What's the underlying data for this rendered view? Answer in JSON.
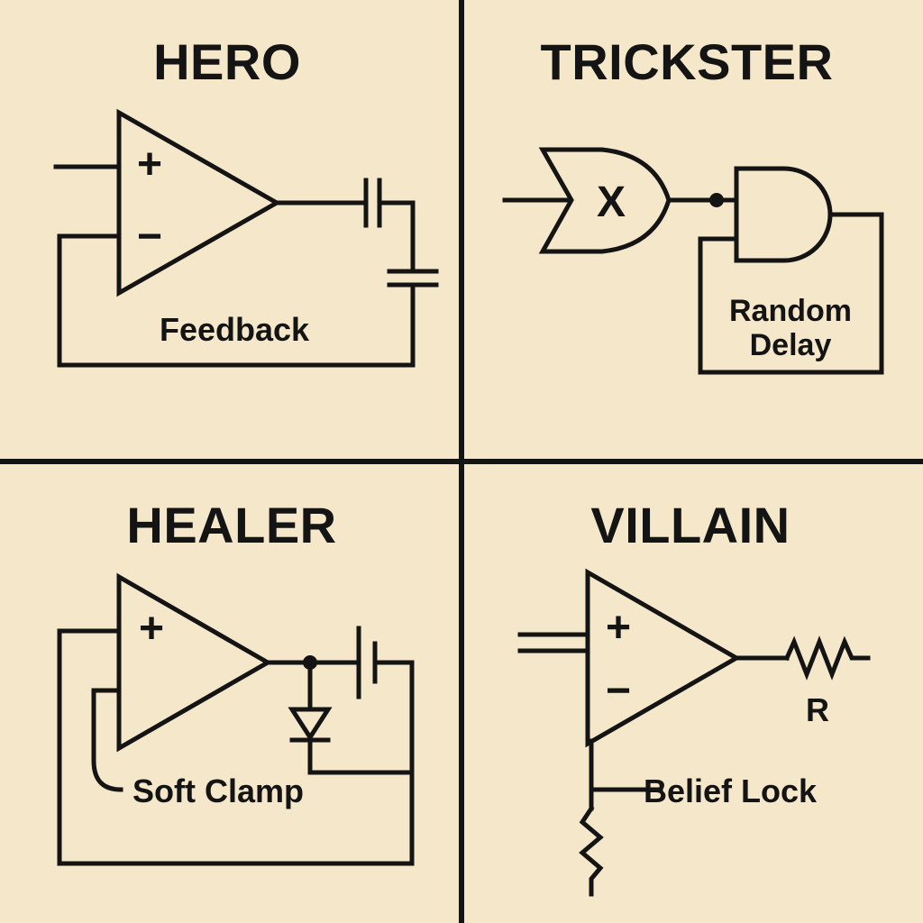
{
  "canvas": {
    "background": "#f4e7ca",
    "ink": "#141414"
  },
  "quadrants": {
    "hero": {
      "title": "HERO",
      "plus": "+",
      "minus": "−",
      "label": "Feedback"
    },
    "trickster": {
      "title": "TRICKSTER",
      "gate_letter": "X",
      "label_line1": "Random",
      "label_line2": "Delay"
    },
    "healer": {
      "title": "HEALER",
      "plus": "+",
      "label": "Soft Clamp"
    },
    "villain": {
      "title": "VILLAIN",
      "plus": "+",
      "minus": "−",
      "resistor_label": "R",
      "label": "Belief Lock"
    }
  }
}
